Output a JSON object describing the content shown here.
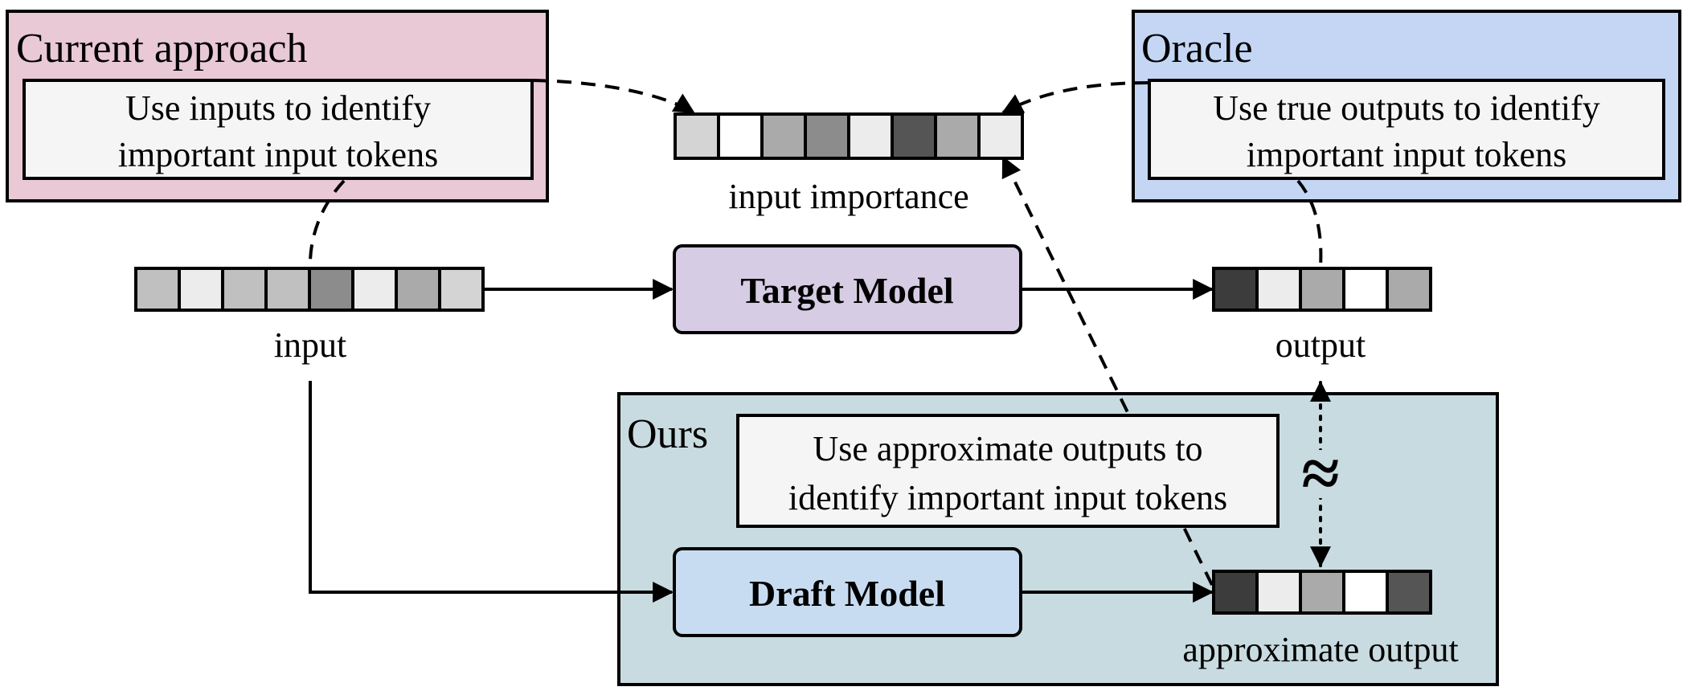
{
  "panels": {
    "current": {
      "title": "Current approach",
      "line1": "Use inputs to identify",
      "line2": "important input tokens",
      "fill": "#e8c9d5"
    },
    "oracle": {
      "title": "Oracle",
      "line1": "Use true outputs to identify",
      "line2": "important input tokens",
      "fill": "#c4d6f4"
    },
    "ours": {
      "title": "Ours",
      "line1": "Use approximate outputs to",
      "line2": "identify important input tokens",
      "fill": "#c8dbe0"
    }
  },
  "models": {
    "target": {
      "label": "Target Model",
      "fill": "#d6cce3"
    },
    "draft": {
      "label": "Draft Model",
      "fill": "#c8dcf1"
    }
  },
  "labels": {
    "input": "input",
    "output": "output",
    "importance": "input importance",
    "approx_output": "approximate output",
    "approx_symbol": "≈"
  },
  "token_rows": {
    "importance": [
      "#d4d4d4",
      "#ffffff",
      "#aaaaaa",
      "#8c8c8c",
      "#ececec",
      "#555555",
      "#aaaaaa",
      "#ececec"
    ],
    "input": [
      "#c0c0c0",
      "#ececec",
      "#c0c0c0",
      "#c0c0c0",
      "#8c8c8c",
      "#ececec",
      "#aaaaaa",
      "#d4d4d4"
    ],
    "output": [
      "#3c3c3c",
      "#ececec",
      "#aaaaaa",
      "#ffffff",
      "#aaaaaa"
    ],
    "approx_output": [
      "#3c3c3c",
      "#ececec",
      "#aaaaaa",
      "#ffffff",
      "#555555"
    ]
  }
}
